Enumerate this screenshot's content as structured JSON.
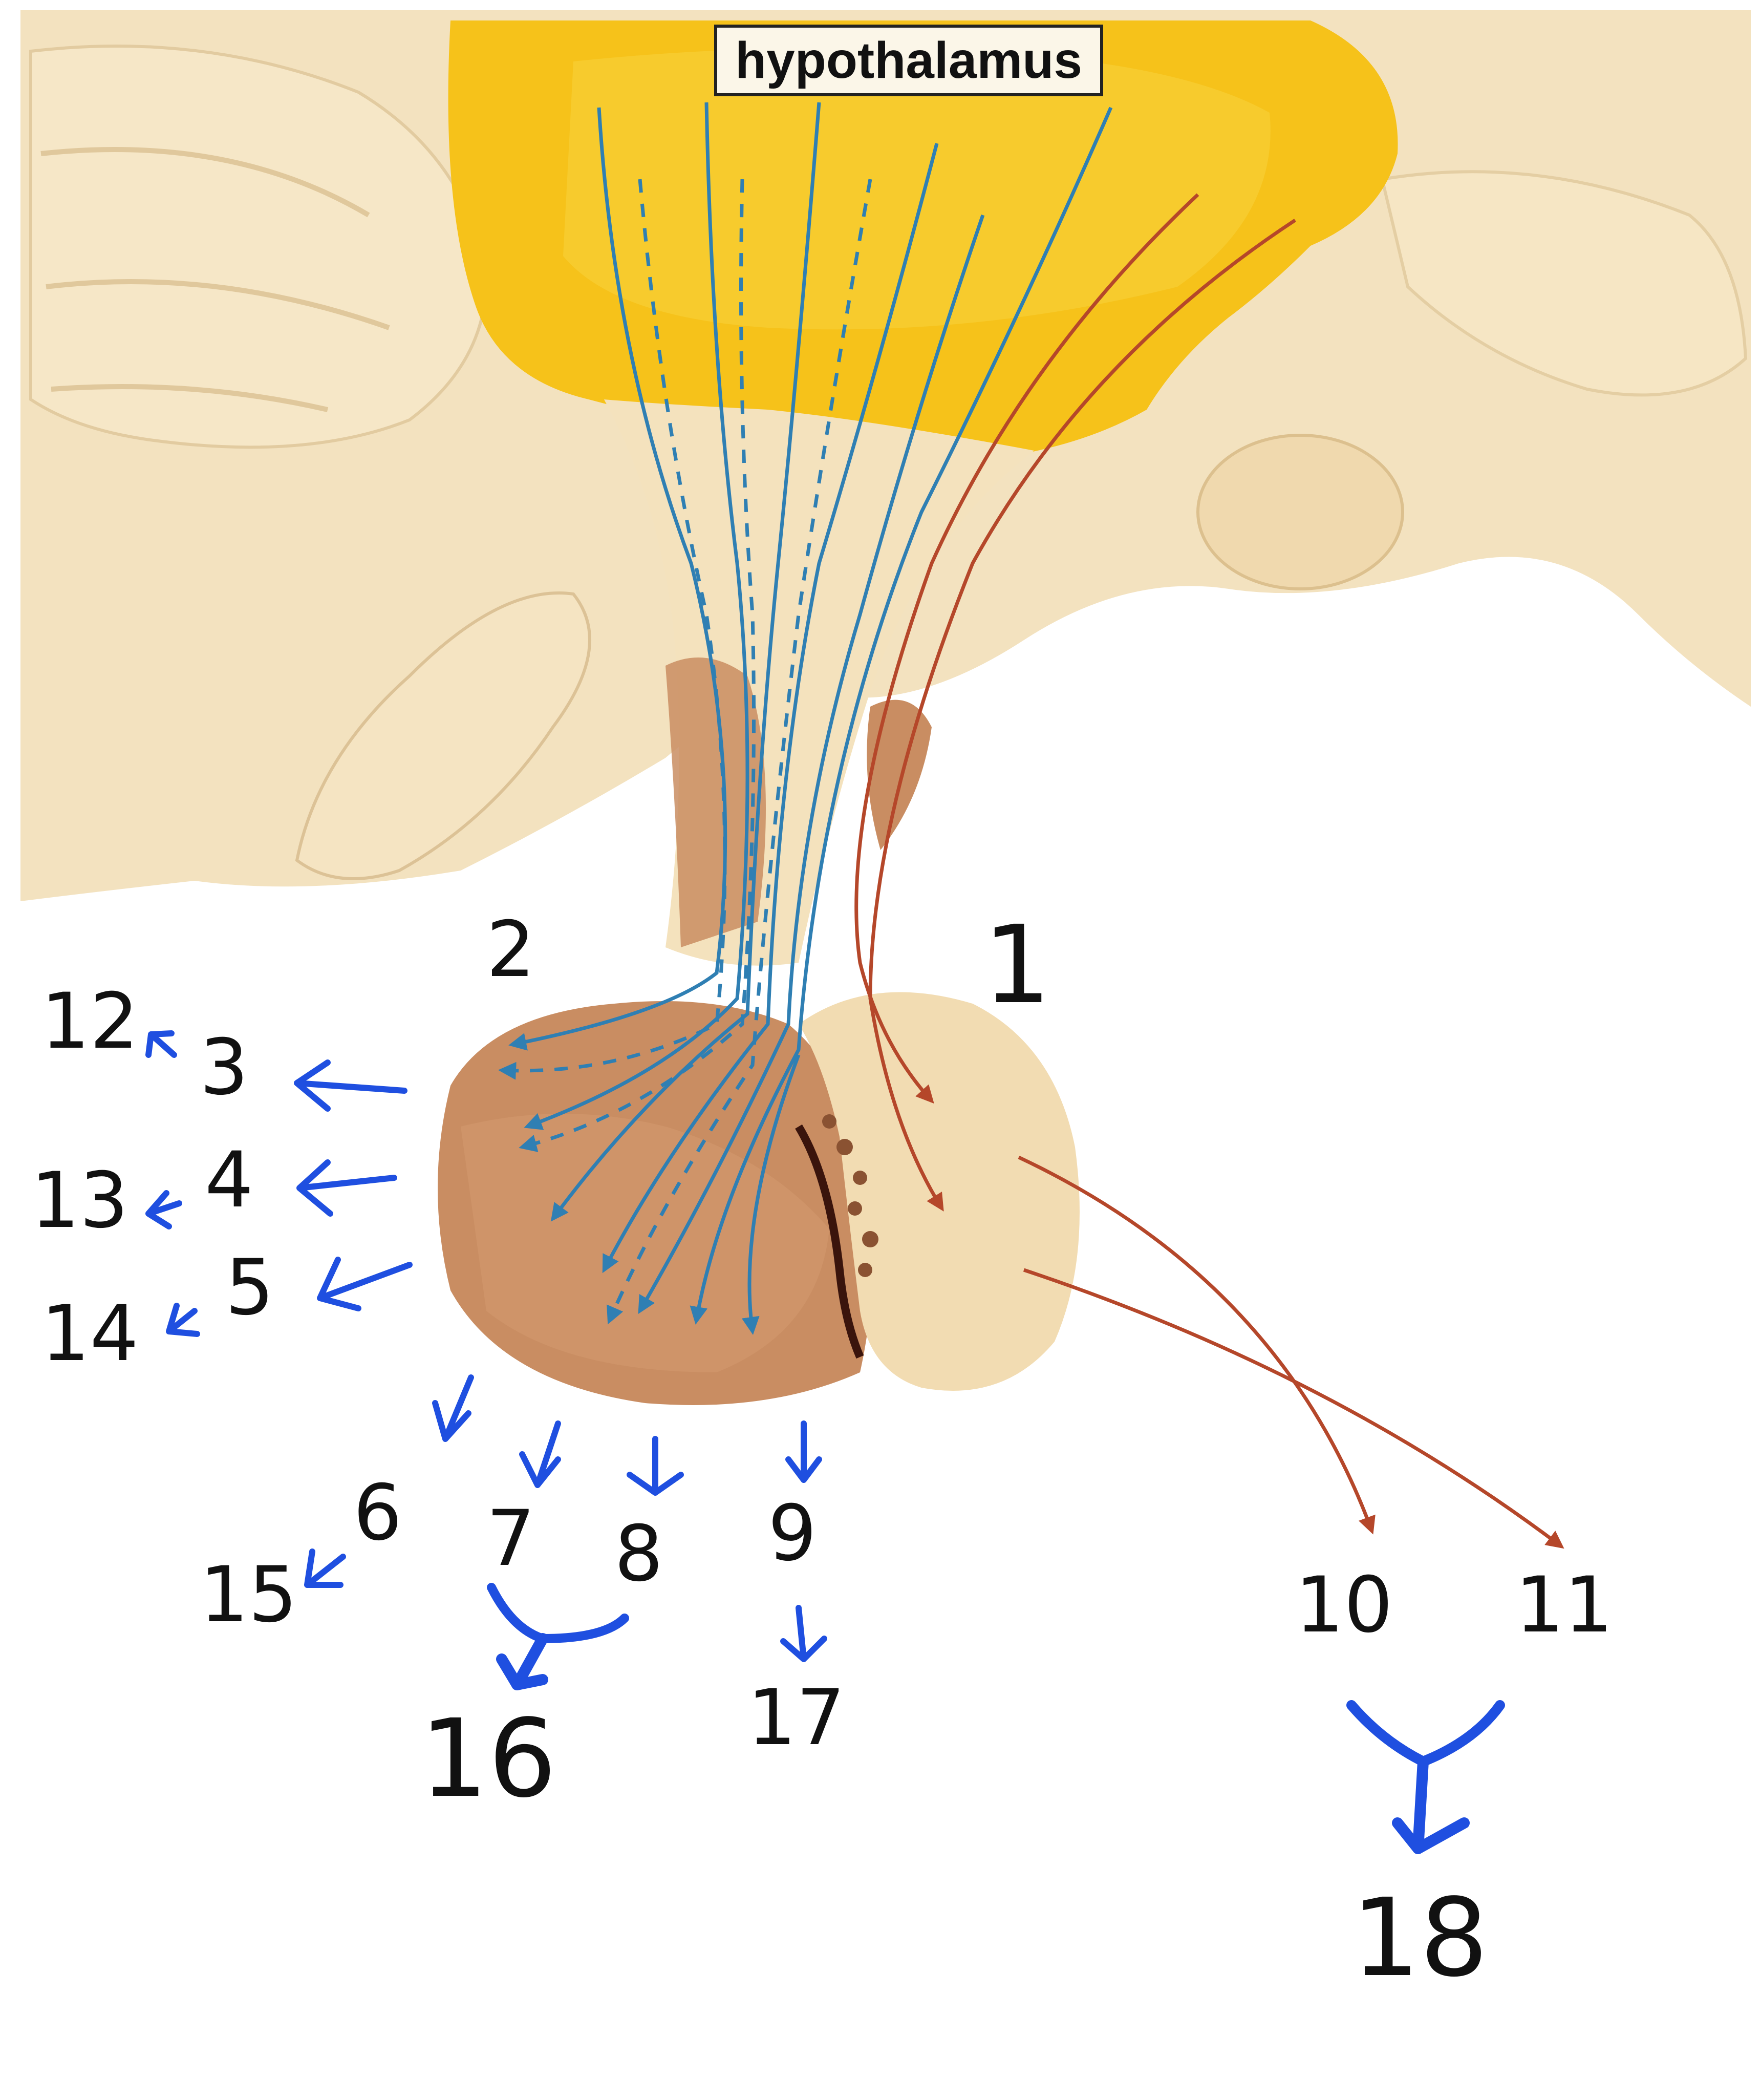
{
  "title": "hypothalamus",
  "labels": {
    "l1": "1",
    "l2": "2",
    "l3": "3",
    "l4": "4",
    "l5": "5",
    "l6": "6",
    "l7": "7",
    "l8": "8",
    "l9": "9",
    "l10": "10",
    "l11": "11",
    "l12": "12",
    "l13": "13",
    "l14": "14",
    "l15": "15",
    "l16": "16",
    "l17": "17",
    "l18": "18"
  },
  "colors": {
    "hypothalamus": "#f6c21a",
    "brain_tissue": "#f3e2bf",
    "anterior_lobe": "#c98d62",
    "posterior_lobe": "#f2dcb2",
    "portal_vessels": "#2f7fb3",
    "neurosecretory_axons": "#b5472a",
    "handwritten_arrows": "#1f4fe0"
  }
}
